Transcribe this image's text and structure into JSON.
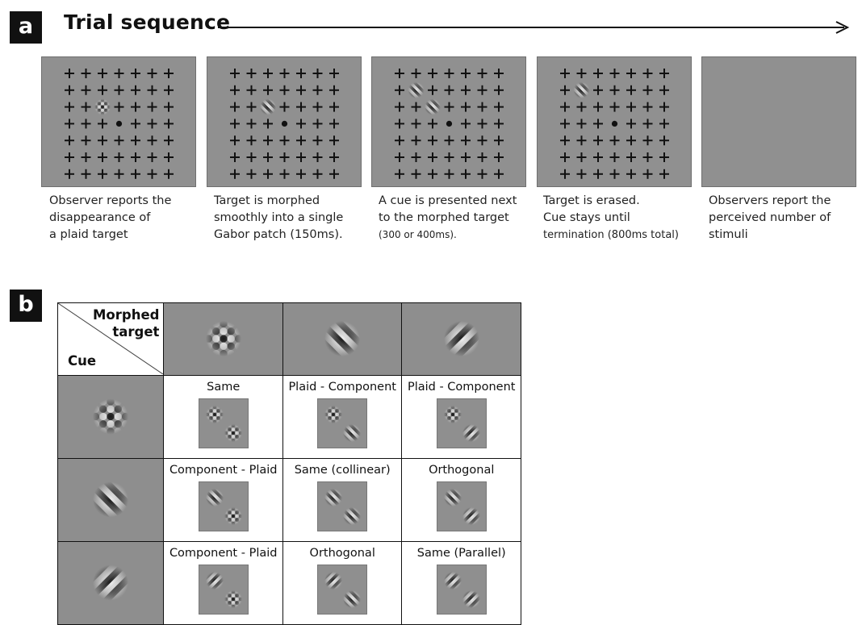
{
  "panel_a": {
    "badge": "a",
    "title": "Trial sequence",
    "frames": [
      {
        "caption": [
          "Observer reports the",
          "disappearance of",
          "a plaid target"
        ]
      },
      {
        "caption": [
          "Target is morphed",
          "smoothly into a single",
          "Gabor patch (150ms)."
        ]
      },
      {
        "caption": [
          "A cue is presented next",
          "to the morphed target",
          "(300 or 400ms)."
        ]
      },
      {
        "caption": [
          "Target is erased.",
          "Cue stays until",
          "termination (800ms total)"
        ]
      },
      {
        "caption": [
          "Observers report the",
          "perceived number of",
          "stimuli"
        ]
      }
    ]
  },
  "panel_b": {
    "badge": "b",
    "corner_top": [
      "Morphed",
      "target"
    ],
    "corner_bottom": "Cue",
    "columns": [
      "plaid",
      "left-oblique",
      "right-oblique"
    ],
    "rows": [
      {
        "cue": "plaid",
        "cells": [
          "Same",
          "Plaid - Component",
          "Plaid - Component"
        ]
      },
      {
        "cue": "left-oblique",
        "cells": [
          "Component - Plaid",
          "Same (collinear)",
          "Orthogonal"
        ]
      },
      {
        "cue": "right-oblique",
        "cells": [
          "Component - Plaid",
          "Orthogonal",
          "Same (Parallel)"
        ]
      }
    ]
  },
  "colors": {
    "background": "#ffffff",
    "stimulus_gray": "#909090",
    "ink": "#111111"
  }
}
